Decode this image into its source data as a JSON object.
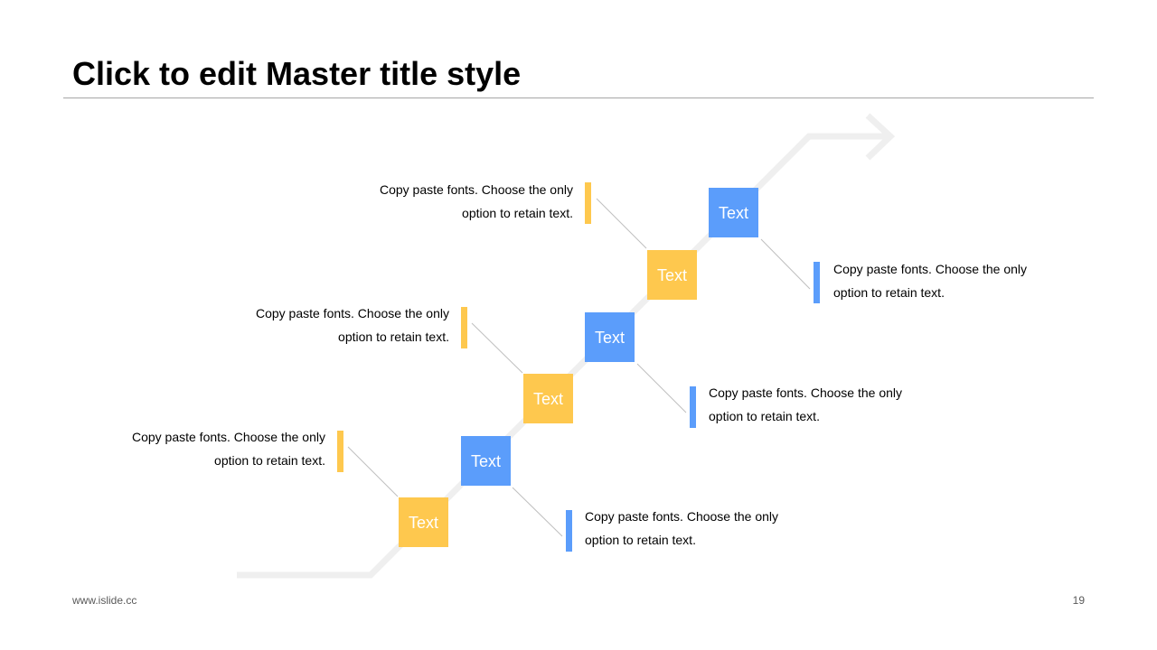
{
  "slide": {
    "title": "Click to edit Master title style",
    "footer_left": "www.islide.cc",
    "page_number": "19"
  },
  "colors": {
    "yellow": "#fec84e",
    "blue": "#5b9dfb",
    "path": "#efefef",
    "connector": "#bfbfbf"
  },
  "steps": [
    {
      "label": "Text",
      "color": "yellow",
      "description_line1": "Copy paste fonts. Choose the only",
      "description_line2": "option to retain text."
    },
    {
      "label": "Text",
      "color": "blue",
      "description_line1": "Copy paste fonts. Choose the only",
      "description_line2": "option to retain text."
    },
    {
      "label": "Text",
      "color": "yellow",
      "description_line1": "Copy paste fonts. Choose the only",
      "description_line2": "option to retain text."
    },
    {
      "label": "Text",
      "color": "blue",
      "description_line1": "Copy paste fonts. Choose the only",
      "description_line2": "option to retain text."
    },
    {
      "label": "Text",
      "color": "yellow",
      "description_line1": "Copy paste fonts. Choose the only",
      "description_line2": "option to retain text."
    },
    {
      "label": "Text",
      "color": "blue",
      "description_line1": "Copy paste fonts. Choose the only",
      "description_line2": "option to retain text."
    }
  ]
}
